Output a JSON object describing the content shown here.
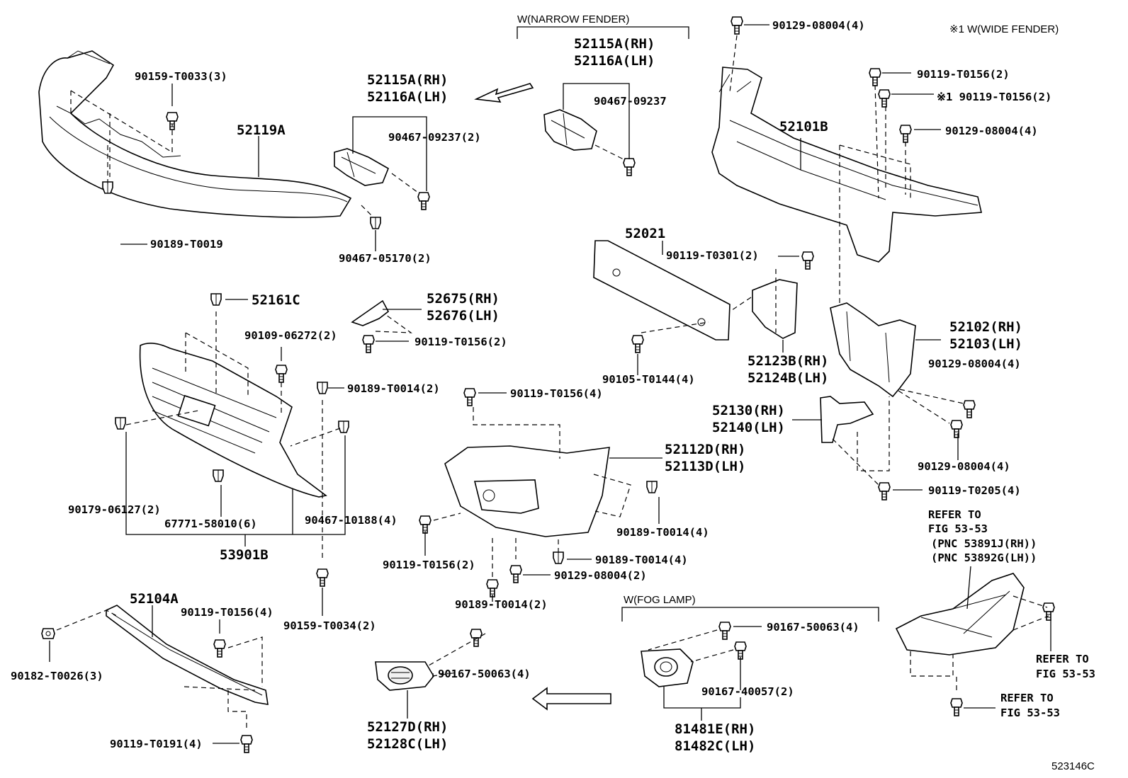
{
  "diagram_id": "523146C",
  "notes": {
    "narrow_fender": "W(NARROW FENDER)",
    "wide_fender": "※1 W(WIDE FENDER)",
    "fog_lamp": "W(FOG LAMP)"
  },
  "labels": {
    "p52119A": "52119A",
    "p90159_T0033": "90159-T0033(3)",
    "p90189_T0019": "90189-T0019",
    "p52115A_rh_a": "52115A(RH)",
    "p52116A_lh_a": "52116A(LH)",
    "p90467_09237_2": "90467-09237(2)",
    "p90467_05170": "90467-05170(2)",
    "p52115A_rh_b": "52115A(RH)",
    "p52116A_lh_b": "52116A(LH)",
    "p90467_09237": "90467-09237",
    "p90129_08004_top": "90129-08004(4)",
    "p90119_T0156_top": "90119-T0156(2)",
    "p90119_T0156_wide": "※1 90119-T0156(2)",
    "p90129_08004_mid": "90129-08004(4)",
    "p52101B": "52101B",
    "p52021": "52021",
    "p90119_T0301": "90119-T0301(2)",
    "p90105_T0144": "90105-T0144(4)",
    "p52123B": "52123B(RH)",
    "p52124B": "52124B(LH)",
    "p52102": "52102(RH)",
    "p52103": "52103(LH)",
    "p90129_08004_r1": "90129-08004(4)",
    "p90129_08004_r2": "90129-08004(4)",
    "p52130": "52130(RH)",
    "p52140": "52140(LH)",
    "p90119_T0205": "90119-T0205(4)",
    "p52161C": "52161C",
    "p90109_06272": "90109-06272(2)",
    "p52675": "52675(RH)",
    "p52676": "52676(LH)",
    "p90119_T0156_clip": "90119-T0156(2)",
    "p90189_T0014_grille": "90189-T0014(2)",
    "p90119_T0156_end": "90119-T0156(4)",
    "p90179_06127": "90179-06127(2)",
    "p67771_58010": "67771-58010(6)",
    "p90467_10188": "90467-10188(4)",
    "p53901B": "53901B",
    "p52112D": "52112D(RH)",
    "p52113D": "52113D(LH)",
    "p90189_T0014_end_r": "90189-T0014(4)",
    "p90119_T0156_end_l": "90119-T0156(2)",
    "p90189_T0014_end_b": "90189-T0014(4)",
    "p90129_08004_end": "90129-08004(2)",
    "p90189_T0014_end_bb": "90189-T0014(2)",
    "p52104A": "52104A",
    "p90119_T0156_lower": "90119-T0156(4)",
    "p90182_T0026": "90182-T0026(3)",
    "p90119_T0191": "90119-T0191(4)",
    "p90159_T0034": "90159-T0034(2)",
    "p90167_50063_cover": "90167-50063(4)",
    "p52127D": "52127D(RH)",
    "p52128C": "52128C(LH)",
    "p90167_50063_fog": "90167-50063(4)",
    "p90167_40057": "90167-40057(2)",
    "p81481E": "81481E(RH)",
    "p81482C": "81482C(LH)",
    "refer_1": "REFER TO",
    "refer_1b": "FIG 53-53",
    "refer_1c": "(PNC 53891J(RH))",
    "refer_1d": "(PNC 53892G(LH))",
    "refer_2": "REFER TO",
    "refer_2b": "FIG 53-53",
    "refer_3": "REFER TO",
    "refer_3b": "FIG 53-53"
  }
}
